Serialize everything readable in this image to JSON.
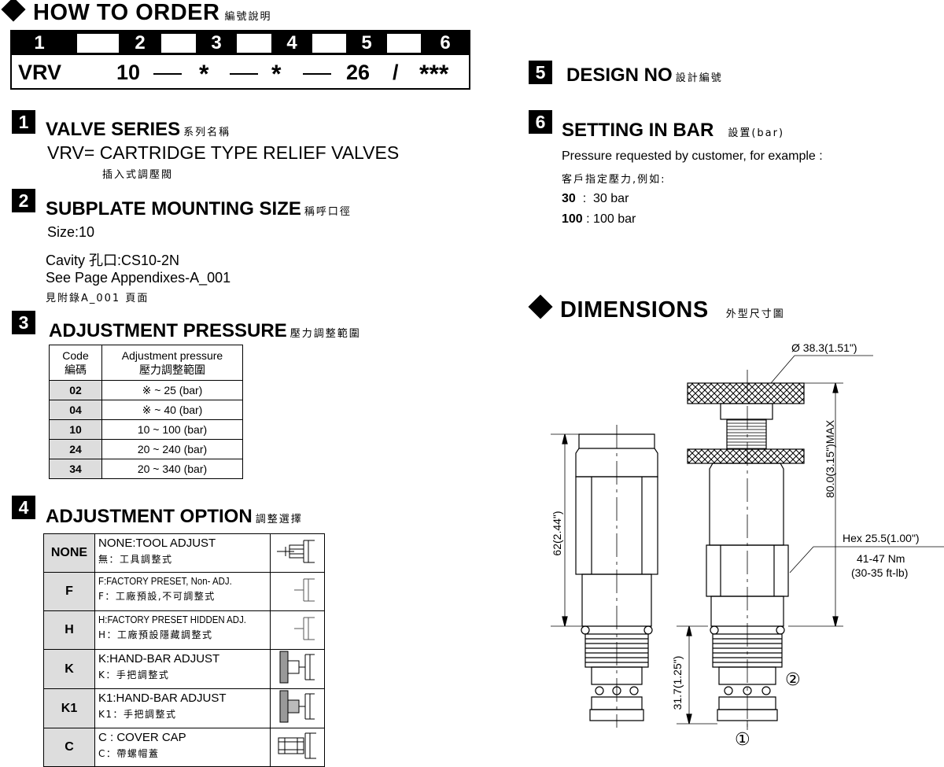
{
  "header": {
    "title": "HOW TO  ORDER",
    "title_zh": "編號說明"
  },
  "order_code": {
    "positions": [
      "1",
      "2",
      "3",
      "4",
      "5",
      "6"
    ],
    "values": [
      "VRV",
      "10",
      "*",
      "*",
      "26",
      "/",
      "***"
    ]
  },
  "sections": {
    "s1": {
      "num": "1",
      "title": "VALVE SERIES",
      "title_zh": "系列名稱",
      "line": "VRV= CARTRIDGE TYPE RELIEF VALVES",
      "line_zh": "插入式調壓閥"
    },
    "s2": {
      "num": "2",
      "title": "SUBPLATE MOUNTING SIZE",
      "title_zh": "稱呼口徑",
      "size": "Size:10",
      "cavity": "Cavity 孔口:CS10-2N",
      "see": "See Page Appendixes-A_001",
      "see_zh": "見附錄A_001 頁面"
    },
    "s3": {
      "num": "3",
      "title": "ADJUSTMENT PRESSURE",
      "title_zh": "壓力調整範圍",
      "col_code": "Code",
      "col_code_zh": "編碼",
      "col_range": "Adjustment pressure",
      "col_range_zh": "壓力調整範圍",
      "rows": [
        {
          "code": "02",
          "range": "※ ~ 25 (bar)"
        },
        {
          "code": "04",
          "range": "※ ~ 40 (bar)"
        },
        {
          "code": "10",
          "range": "10 ~ 100 (bar)"
        },
        {
          "code": "24",
          "range": "20 ~ 240 (bar)"
        },
        {
          "code": "34",
          "range": "20 ~ 340 (bar)"
        }
      ]
    },
    "s4": {
      "num": "4",
      "title": "ADJUSTMENT OPTION",
      "title_zh": "調整選擇",
      "rows": [
        {
          "code": "NONE",
          "desc": "NONE:TOOL ADJUST",
          "desc_zh": "無：工具調整式",
          "icon": "tool-adjust-icon"
        },
        {
          "code": "F",
          "desc": "F:FACTORY PRESET, Non- ADJ.",
          "desc_zh": "F：工廠預設,不可調整式",
          "icon": "factory-preset-icon"
        },
        {
          "code": "H",
          "desc": "H:FACTORY PRESET HIDDEN  ADJ.",
          "desc_zh": "H：工廠預設隱藏調整式",
          "icon": "hidden-adjust-icon"
        },
        {
          "code": "K",
          "desc": "K:HAND-BAR ADJUST",
          "desc_zh": "K：手把調整式",
          "icon": "hand-bar-icon"
        },
        {
          "code": "K1",
          "desc": "K1:HAND-BAR ADJUST",
          "desc_zh": "K1：手把調整式",
          "icon": "hand-bar-k1-icon"
        },
        {
          "code": "C",
          "desc": "C : COVER CAP",
          "desc_zh": "C：帶螺帽蓋",
          "icon": "cover-cap-icon"
        }
      ]
    },
    "s5": {
      "num": "5",
      "title": "DESIGN NO",
      "title_zh": "設計編號"
    },
    "s6": {
      "num": "6",
      "title": "SETTING IN BAR",
      "title_zh": "設置(bar)",
      "line": "Pressure requested by customer, for example :",
      "line_zh": "客戶指定壓力,例如:",
      "examples": [
        {
          "code": "30",
          "sep": "  :  ",
          "value": "30 bar"
        },
        {
          "code": "100",
          "sep": " : ",
          "value": "100 bar"
        }
      ]
    }
  },
  "dimensions": {
    "title": "DIMENSIONS",
    "title_zh": "外型尺寸圖",
    "labels": {
      "diameter": "Ø 38.3(1.51\")",
      "max_length": "80.0(3.15\")MAX",
      "body_length": "62(2.44\")",
      "thread_length": "31.7(1.25\")",
      "hex": "Hex 25.5(1.00\")",
      "torque": "41-47 Nm",
      "torque_ftlb": "(30-35 ft-lb)",
      "port1": "①",
      "port2": "②"
    }
  }
}
